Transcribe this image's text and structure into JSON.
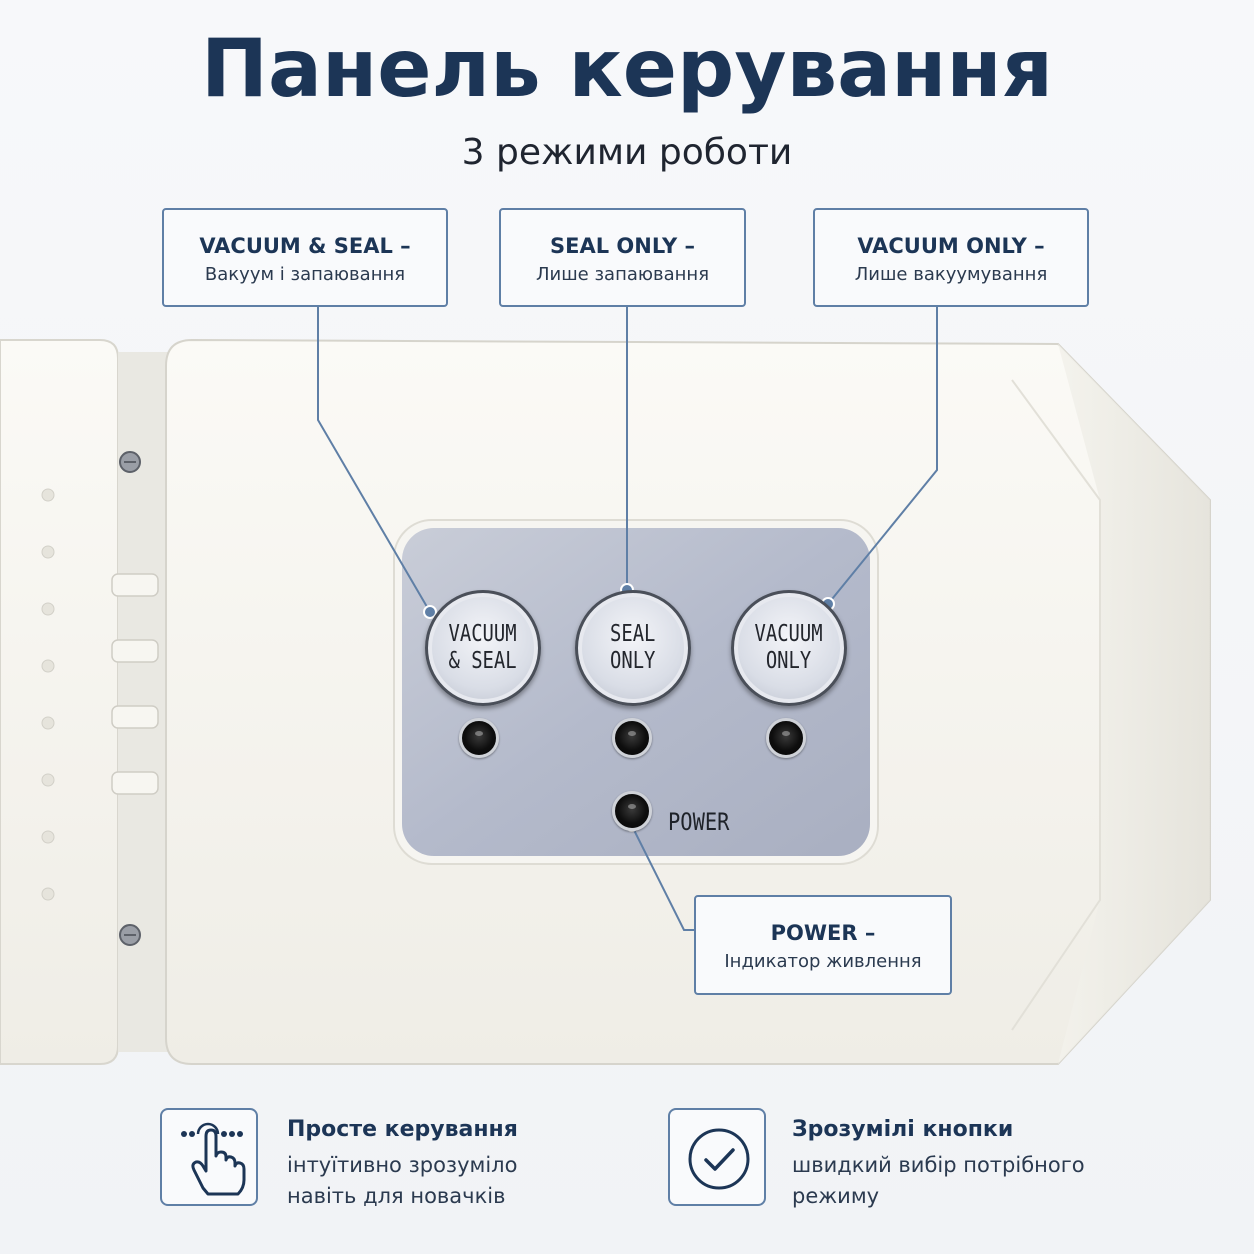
{
  "header": {
    "title": "Панель керування",
    "subtitle": "3 режими роботи"
  },
  "callouts": {
    "vacuum_seal": {
      "head": "VACUUM & SEAL –",
      "sub": "Вакуум і запаювання"
    },
    "seal_only": {
      "head": "SEAL ONLY –",
      "sub": "Лише запаювання"
    },
    "vacuum_only": {
      "head": "VACUUM ONLY –",
      "sub": "Лише вакуумування"
    },
    "power": {
      "head": "POWER –",
      "sub": "Індикатор живлення"
    }
  },
  "panel": {
    "buttons": [
      {
        "label": "VACUUM\n& SEAL"
      },
      {
        "label": "SEAL\nONLY"
      },
      {
        "label": "VACUUM\nONLY"
      }
    ],
    "power_label": "POWER"
  },
  "features": [
    {
      "icon": "touch-hand-icon",
      "title": "Просте керування",
      "text": "інтуїтивно зрозуміло навіть для новачків"
    },
    {
      "icon": "checkmark-circle-icon",
      "title": "Зрозумілі кнопки",
      "text": "швидкий вибір потрібного режиму"
    }
  ],
  "colors": {
    "accent": "#1c3556",
    "callout_border": "#5f7fa6",
    "device_body": "#f5f4ef",
    "panel_plate": "#b9bfce"
  }
}
